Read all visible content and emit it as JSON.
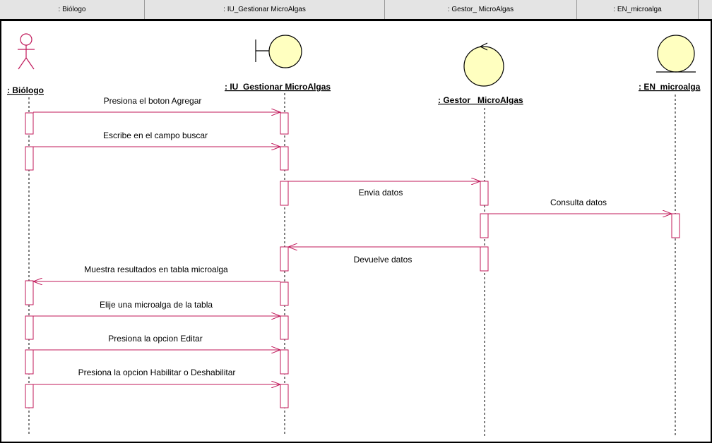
{
  "header": {
    "cells": [
      ": Biólogo",
      ": IU_Gestionar MicroAlgas",
      ": Gestor_ MicroAlgas",
      ": EN_microalga"
    ]
  },
  "lifelines": {
    "biologo": ": Biólogo",
    "iu": ": IU_Gestionar MicroAlgas",
    "gestor": ": Gestor_ MicroAlgas",
    "entidad": ": EN_microalga"
  },
  "messages": [
    {
      "label": "Presiona el boton Agregar",
      "from": "biologo",
      "to": "iu",
      "type": "call"
    },
    {
      "label": "Escribe en el campo buscar",
      "from": "biologo",
      "to": "iu",
      "type": "call"
    },
    {
      "label": "Envia datos",
      "from": "iu",
      "to": "gestor",
      "type": "call"
    },
    {
      "label": "Consulta datos",
      "from": "gestor",
      "to": "entidad",
      "type": "call"
    },
    {
      "label": "Devuelve datos",
      "from": "gestor",
      "to": "iu",
      "type": "return"
    },
    {
      "label": "Muestra resultados en tabla microalga",
      "from": "iu",
      "to": "biologo",
      "type": "return"
    },
    {
      "label": "Elije una microalga de la tabla",
      "from": "biologo",
      "to": "iu",
      "type": "call"
    },
    {
      "label": "Presiona la opcion Editar",
      "from": "biologo",
      "to": "iu",
      "type": "call"
    },
    {
      "label": "Presiona la opcion Habilitar o Deshabilitar",
      "from": "biologo",
      "to": "iu",
      "type": "call"
    }
  ],
  "colors": {
    "message": "#c0185a",
    "activation_stroke": "#c0185a",
    "icon_fill": "#ffffc0",
    "lifeline": "#000000"
  }
}
